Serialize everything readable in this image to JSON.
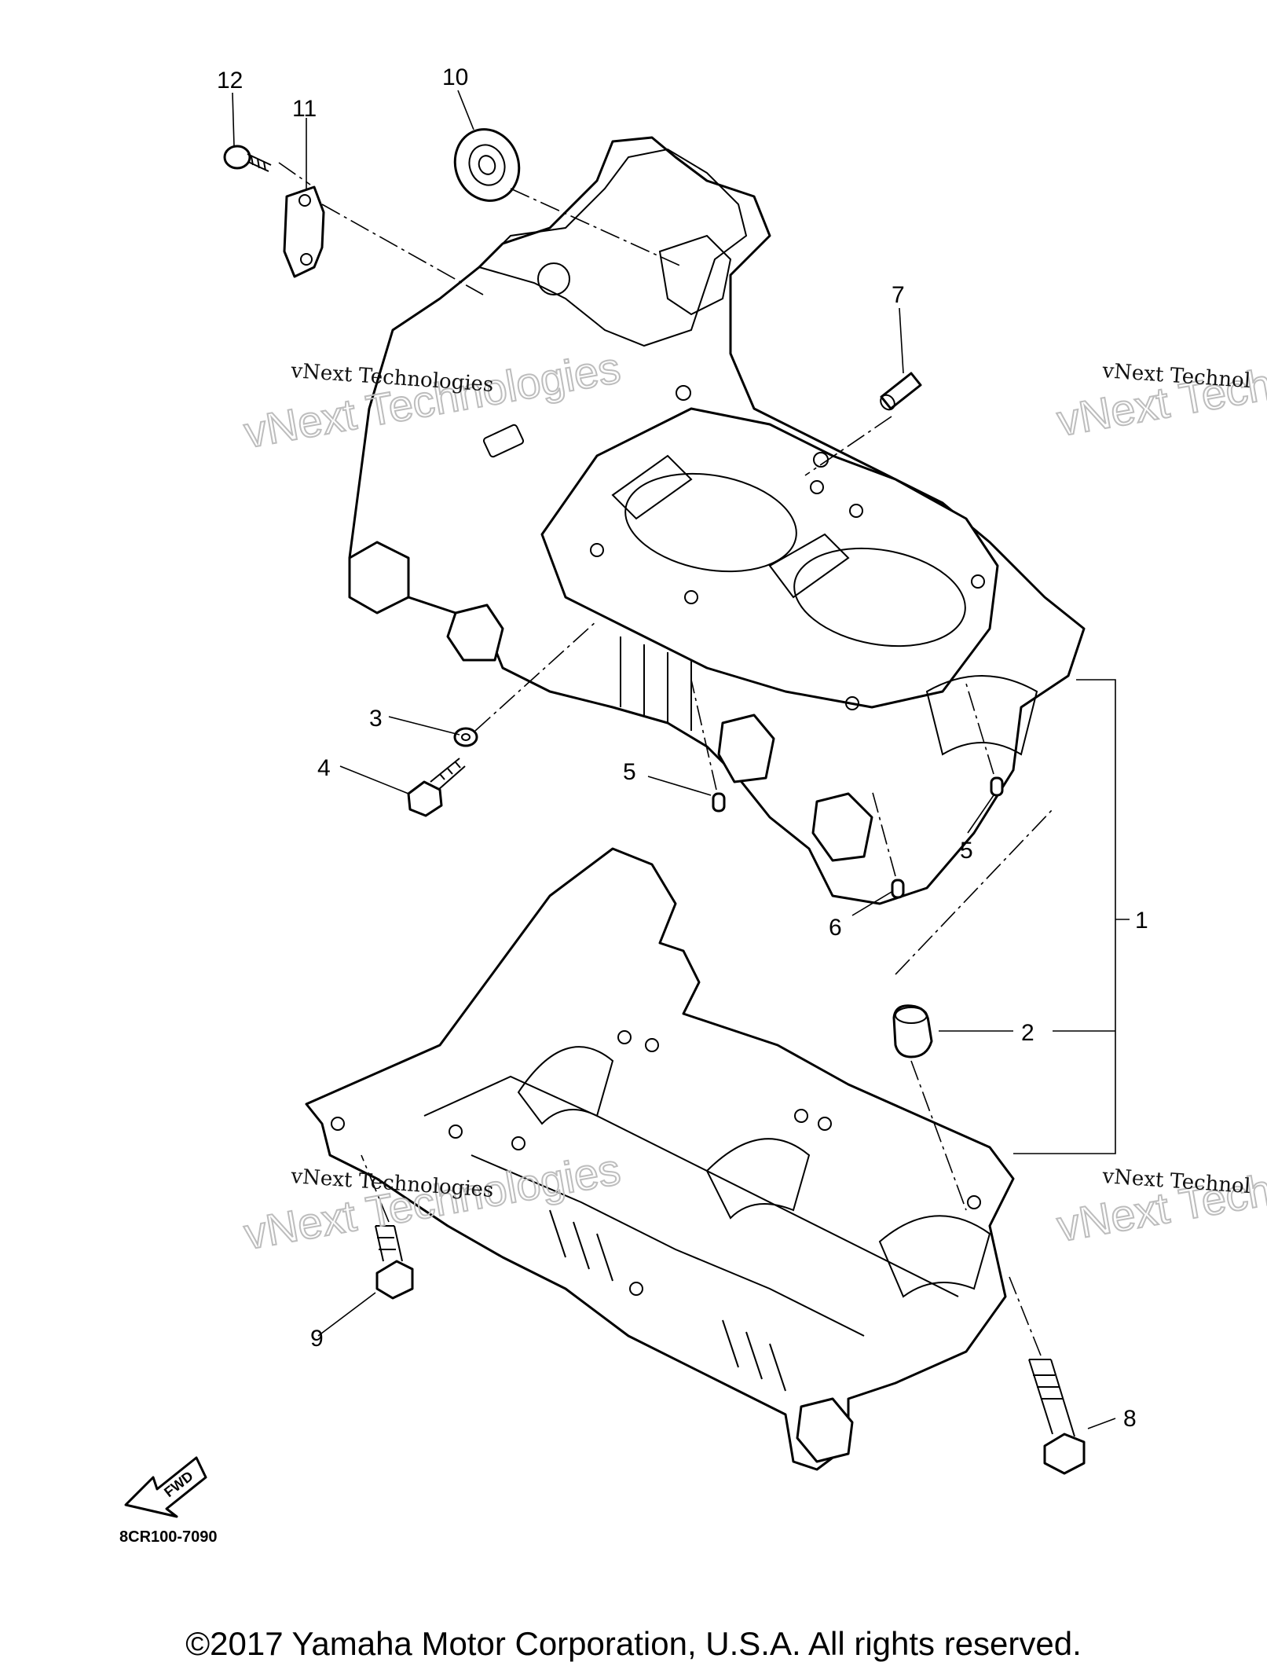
{
  "callouts": [
    "1",
    "2",
    "3",
    "4",
    "5",
    "5",
    "6",
    "7",
    "8",
    "9",
    "10",
    "11",
    "12"
  ],
  "watermark": {
    "small": "vNext Technologies",
    "big": "vNext Technologies",
    "small_cut": "vNext Technol",
    "big_cut": "vNext Technolo"
  },
  "fwd_label": "FWD",
  "diagram_code": "8CR100-7090",
  "copyright": "©2017 Yamaha Motor Corporation, U.S.A. All rights reserved."
}
